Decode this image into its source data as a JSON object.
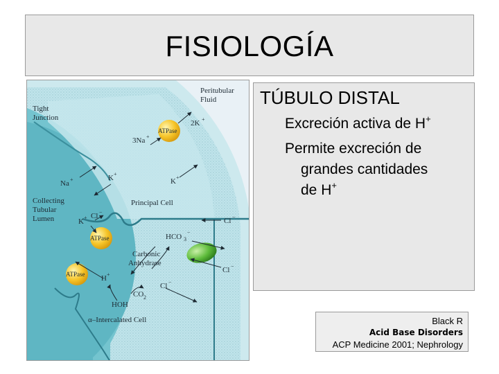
{
  "slide": {
    "title": "FISIOLOGÍA",
    "heading": "TÚBULO DISTAL",
    "bullets": [
      {
        "main": "Excreción activa de H",
        "sup": "+"
      },
      {
        "line1": "Permite excreción de",
        "line2": "grandes cantidades",
        "line3": "de H",
        "sup": "+"
      }
    ]
  },
  "citation": {
    "author": "Black R",
    "work": "Acid Base Disorders",
    "source": "ACP Medicine 2001; Nephrology"
  },
  "figure": {
    "labels": {
      "peritubular": "Peritubular",
      "fluid": "Fluid",
      "tight": "Tight",
      "junction": "Junction",
      "collecting": "Collecting",
      "tubular": "Tubular",
      "lumen": "Lumen",
      "principal_cell": "Principal Cell",
      "intercalated_cell": "α–Intercalated Cell",
      "carbonic": "Carbonic",
      "anhydrase": "Anhydrase",
      "atpase": "ATPase",
      "na3": "3Na",
      "k2": "2K",
      "na": "Na",
      "k": "K",
      "cl": "Cl",
      "hco3": "HCO",
      "sub3": "3",
      "h": "H",
      "co2": "CO",
      "sub2": "2",
      "hoh": "HOH",
      "plus": "+",
      "minus": "−"
    }
  }
}
